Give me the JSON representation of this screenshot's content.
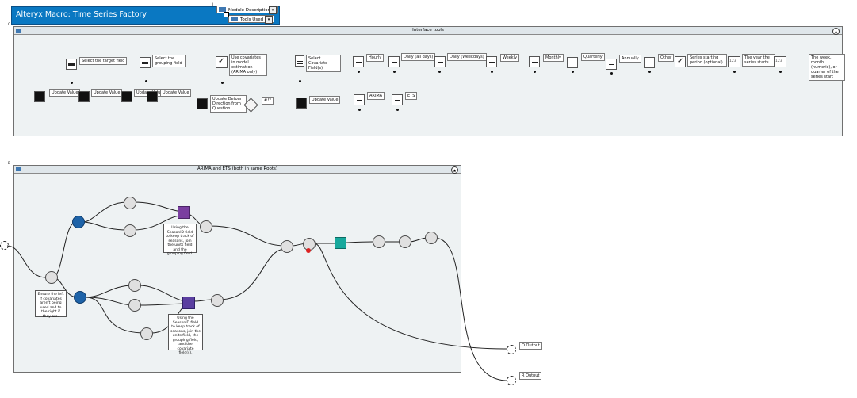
{
  "macro": {
    "title": "Alteryx Macro: Time Series Factory",
    "module_description": "Module Description",
    "tools_used": "Tools Used"
  },
  "interface_panel": {
    "title": "Interface tools",
    "labels": {
      "target": "Select the target field",
      "grouping": "Select the grouping field",
      "covariates_check": "Use covariates in model estimation (ARIMA only)",
      "select_covariate": "Select Covariate Field(s)",
      "hourly": "Hourly",
      "daily_alldays": "Daily (all days)",
      "daily_weekdays": "Daily (Weekdays)",
      "weekly": "Weekly",
      "monthly": "Monthly",
      "quarterly": "Quarterly",
      "annually": "Annually",
      "other": "Other",
      "series_starting": "Series starting period (optional)",
      "year_start": "The year the series starts",
      "week_month": "The week, month (numeric), or quarter of the series start",
      "arima": "ARIMA",
      "ets": "ETS",
      "update_value": "Update Value",
      "update_detour": "Update Detour Direction from Question",
      "fx_badge": "#!?",
      "update_value_small": "Update Value"
    }
  },
  "arima_panel": {
    "title": "ARIMA and ETS (both in same Roots)",
    "note_left": "Ensure the left if covariates aren't being used and to the right if they are.",
    "note_top": "Using the SeasonID field to keep track of seasons, join the units field and the grouping field.",
    "note_bottom": "Using the SeasonID field to keep track of seasons, join the units field, the grouping field, and the covariate field(s).",
    "outputs": {
      "o_output": "O Output",
      "r_output": "R Output"
    }
  },
  "tool_tags": [
    "#",
    "#",
    "#",
    "#",
    "#",
    "#"
  ]
}
